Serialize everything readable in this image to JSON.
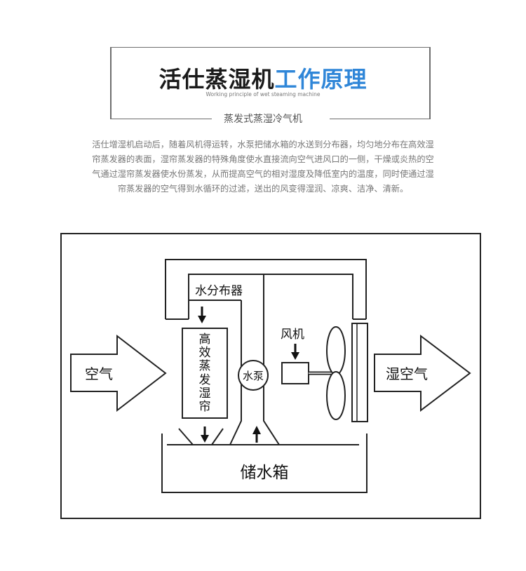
{
  "header": {
    "title_main": "活仕蒸湿机",
    "title_accent": "工作原理",
    "subtitle_en": "Working principle of wet steaming machine",
    "subtitle_cn": "蒸发式蒸湿冷气机"
  },
  "description": {
    "lines": [
      "活仕增湿机启动后，随着风机得运转，水泵把储水箱的水送到分布器，均匀地分布在高效湿",
      "帘蒸发器的表面，湿帘蒸发器的特殊角度使水直接流向空气进风口的一侧，干燥或炎热的空",
      "气通过湿帘蒸发器使水份蒸发，从而提高空气的相对湿度及降低室内的温度，同时使通过湿",
      "帘蒸发器的空气得到水循环的过滤，送出的风变得湿润、凉爽、洁净、清新。"
    ]
  },
  "diagram": {
    "inlet_label": "空气",
    "outlet_label": "湿空气",
    "distributor_label": "水分布器",
    "pad_label_chars": [
      "高",
      "效",
      "蒸",
      "发",
      "湿",
      "帘"
    ],
    "pump_label": "水泵",
    "fan_label": "风机",
    "tank_label": "储水箱"
  },
  "colors": {
    "accent": "#2f86d8",
    "title_dark": "#1a1a1a",
    "text_gray": "#777777",
    "stroke": "#222222"
  }
}
